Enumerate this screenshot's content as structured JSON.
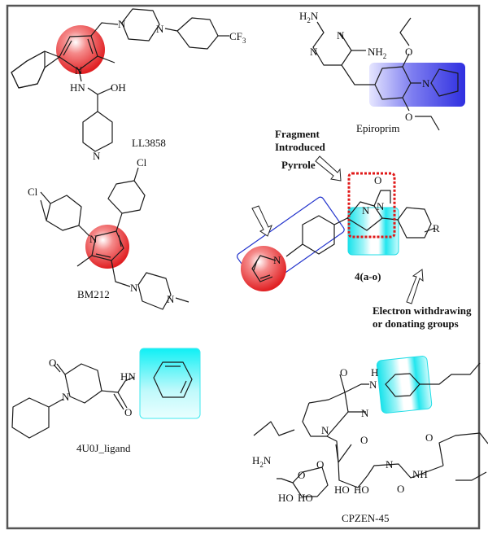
{
  "diagram": {
    "molecules": [
      {
        "id": "ll3858",
        "name": "LL3858",
        "highlight": "pyrrole",
        "atoms": {
          "cf3": "CF",
          "cf3_sub": "3",
          "n1": "N",
          "n2": "N",
          "n3": "N",
          "hn": "HN",
          "oh": "OH",
          "npy": "N"
        }
      },
      {
        "id": "epiroprim",
        "name": "Epiroprim",
        "highlight": "pyrrol-phenyl",
        "atoms": {
          "h2n": "H",
          "h2n_sub": "2",
          "h2n_n": "N",
          "n1": "N",
          "n2": "N",
          "nh2": "NH",
          "nh2_sub": "2",
          "o1": "O",
          "o2": "O",
          "npyr": "N"
        }
      },
      {
        "id": "bm212",
        "name": "BM212",
        "highlight": "pyrrole",
        "atoms": {
          "cl1": "Cl",
          "cl2": "Cl",
          "n": "N",
          "n2": "N",
          "n3": "N"
        }
      },
      {
        "id": "target",
        "name": "4(a-o)",
        "atoms": {
          "o": "O",
          "n1": "N",
          "n2": "N",
          "n3": "N",
          "r": "R"
        }
      },
      {
        "id": "4u0j",
        "name": "4U0J_ligand",
        "highlight": "phenyl",
        "atoms": {
          "o1": "O",
          "o2": "O",
          "n": "N",
          "hn": "HN"
        }
      },
      {
        "id": "cpzen45",
        "name": "CPZEN-45",
        "highlight": "phenyl",
        "atoms": {
          "o1": "O",
          "h": "H",
          "n1": "N",
          "n2": "N",
          "n3": "N",
          "o2": "O",
          "h2n": "H",
          "h2n_sub": "2",
          "h2n_n": "N",
          "o3": "O",
          "o4": "O",
          "ho1": "HO",
          "ho2": "HO",
          "ho3": "HO",
          "ho4": "HO",
          "n4": "N",
          "nh": "NH",
          "o5": "O",
          "o6": "O"
        }
      }
    ],
    "annotations": {
      "pyrrole": "Pyrrole",
      "fragment_line1": "Fragment",
      "fragment_line2": "Introduced",
      "ewg_line1": "Electron withdrawing",
      "ewg_line2": "or donating groups"
    },
    "colors": {
      "pyrrole_highlight": "#e8262a",
      "epiroprim_highlight": "#3a3ae0",
      "phenyl_highlight": "#19e6ee",
      "fragment_box": "#e01818",
      "pyrrole_phenyl_box": "#2233cc",
      "border": "#555555"
    }
  }
}
